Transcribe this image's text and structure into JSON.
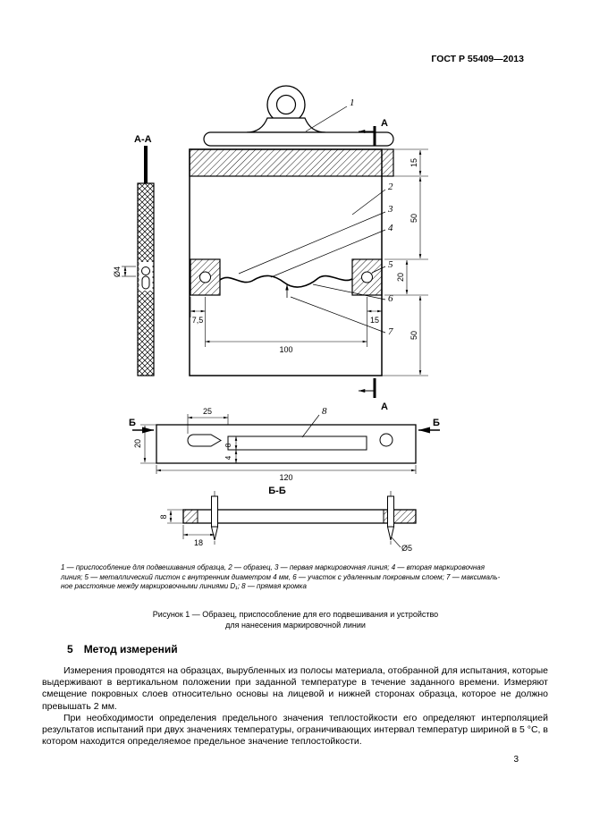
{
  "header": {
    "doc_number": "ГОСТ Р 55409—2013"
  },
  "figure": {
    "callouts": {
      "n1": "1",
      "n2": "2",
      "n3": "3",
      "n4": "4",
      "n5": "5",
      "n6": "6",
      "n7": "7",
      "n8": "8"
    },
    "sections": {
      "aa": "А-А",
      "a": "А",
      "b": "Б",
      "bb": "Б-Б"
    },
    "dims": {
      "strip_height": "15",
      "upper_span": "50",
      "piston_height": "20",
      "lower_span": "50",
      "hole_dia": "Ø4",
      "left_offset": "7,5",
      "right_offset": "15",
      "marking_width": "100",
      "edge_notch": "25",
      "edge_width": "20",
      "slot_width": "8",
      "slot_foot": "4",
      "edge_length": "120",
      "bar_thickness": "8",
      "pin_offset": "18",
      "pin_dia": "Ø5"
    },
    "legend_lines": [
      "1 — приспособление для подвешивания образца, 2 — образец, 3 — первая маркировочная линия; 4 — вторая маркировочная",
      "линия; 5 — металлический пистон с внутренним диаметром 4 мм, 6 — участок с удаленным покровным слоем; 7 — максималь-",
      "ное расстояние между маркировочными линиями D₁; 8 — прямая кромка"
    ],
    "caption_line1": "Рисунок 1 — Образец, приспособление для его подвешивания и устройство",
    "caption_line2": "для нанесения маркировочной линии"
  },
  "section5": {
    "number": "5",
    "title": "Метод измерений",
    "para1": "Измерения проводятся на образцах, вырубленных из полосы материала, отобранной для испытания, которые выдерживают в вертикальном положении при заданной температуре в течение заданного времени. Измеряют смещение покровных слоев относительно основы на лицевой и нижней сторонах образца, которое не должно превышать 2 мм.",
    "para2": "При необходимости определения предельного значения теплостойкости его определяют интерполяцией результатов испытаний при двух значениях температуры, ограничивающих интервал температур шириной в 5 °С, в котором находится определяемое предельное значение теплостойкости."
  },
  "page_number": "3"
}
